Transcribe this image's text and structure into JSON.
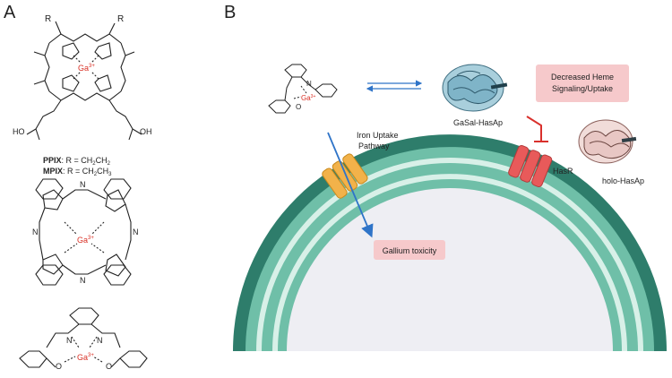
{
  "panel_a": {
    "label": "A",
    "porphyrin": {
      "metal": "Ga",
      "charge": "3+",
      "r_left": "R",
      "r_right": "R",
      "acid_left": "HO",
      "acid_right": "OH",
      "note_ppix_name": "PPIX",
      "note_ppix_formula": ": R = CH",
      "note_ppix_sub1": "2",
      "note_ppix_mid": "CH",
      "note_ppix_sub2": "2",
      "note_mpix_name": "MPIX",
      "note_mpix_formula": ": R = CH",
      "note_mpix_sub1": "2",
      "note_mpix_mid": "CH",
      "note_mpix_sub2": "3"
    },
    "phthalocyanine": {
      "metal": "Ga",
      "charge": "3+",
      "n_label": "N"
    },
    "salophen": {
      "metal": "Ga",
      "charge": "3+",
      "n_label": "N",
      "o_label": "O"
    }
  },
  "panel_b": {
    "label": "B",
    "complex": {
      "metal": "Ga",
      "charge": "3+",
      "n_label": "N",
      "o_label": "O"
    },
    "gasal_label": "GaSal-HasAp",
    "decreased_line1": "Decreased Heme",
    "decreased_line2": "Signaling/Uptake",
    "iron_line1": "Iron Uptake",
    "iron_line2": "Pathway",
    "hasr_label": "HasR",
    "holo_label": "holo-HasAp",
    "toxicity_label": "Gallium toxicity",
    "colors": {
      "outer_membrane": "#2e7d6b",
      "mid_band": "#6fbfa8",
      "light_stripe": "#d8f0e8",
      "interior": "#eeeef3",
      "label_box": "#f6c9cb",
      "inhibit": "#d9302c",
      "arrow_blue": "#2f74c8",
      "transporter": "#f2b24a",
      "hasr": "#e85a5a",
      "protein_blue": "#7fb4c8",
      "protein_pink": "#e8c7c4"
    }
  }
}
